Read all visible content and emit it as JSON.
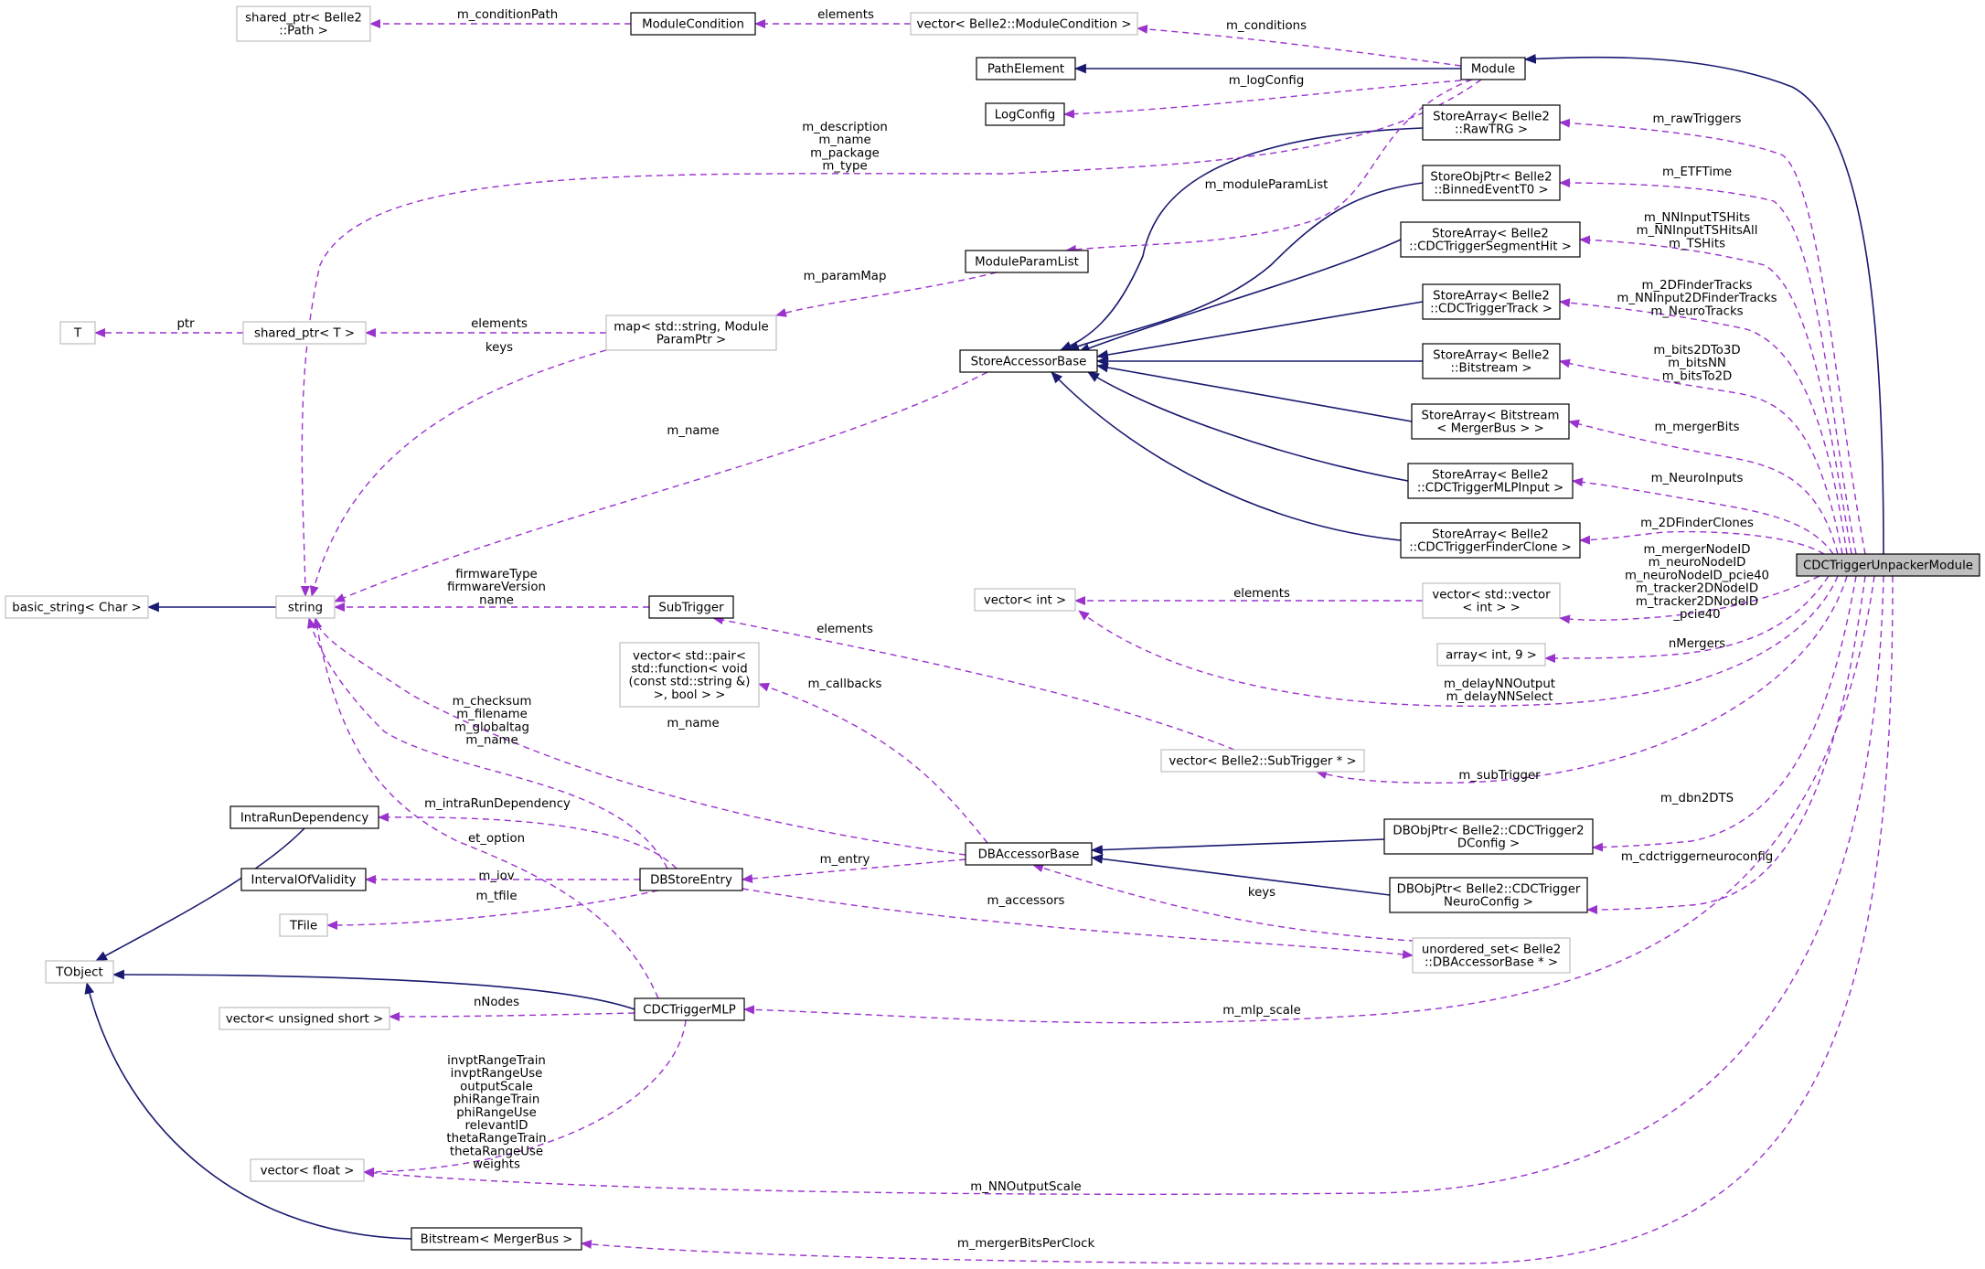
{
  "diagram": {
    "colors": {
      "usage_edge": "#9a32cd",
      "inheritance_edge": "#191970",
      "focus_fill": "#bfbfbf",
      "ghost_border": "#bfbfbf"
    },
    "nodes": {
      "sharedPathPtr": [
        "shared_ptr< Belle2",
        "::Path >"
      ],
      "moduleCondition": [
        "ModuleCondition"
      ],
      "vecModuleCondition": [
        "vector< Belle2::ModuleCondition >"
      ],
      "pathElement": [
        "PathElement"
      ],
      "module": [
        "Module"
      ],
      "logConfig": [
        "LogConfig"
      ],
      "storeArrayRawTRG": [
        "StoreArray< Belle2",
        "::RawTRG >"
      ],
      "storeObjPtrBinned": [
        "StoreObjPtr< Belle2",
        "::BinnedEventT0 >"
      ],
      "storeArraySegmentHit": [
        "StoreArray< Belle2",
        "::CDCTriggerSegmentHit >"
      ],
      "storeArrayTrack": [
        "StoreArray< Belle2",
        "::CDCTriggerTrack >"
      ],
      "storeArrayBitstream": [
        "StoreArray< Belle2",
        "::Bitstream >"
      ],
      "storeArrayMergerBus": [
        "StoreArray< Bitstream",
        "< MergerBus > >"
      ],
      "storeArrayMLPInput": [
        "StoreArray< Belle2",
        "::CDCTriggerMLPInput >"
      ],
      "storeArrayFinderClone": [
        "StoreArray< Belle2",
        "::CDCTriggerFinderClone >"
      ],
      "moduleParamList": [
        "ModuleParamList"
      ],
      "storeAccessorBase": [
        "StoreAccessorBase"
      ],
      "T": [
        "T"
      ],
      "sharedPtrT": [
        "shared_ptr< T >"
      ],
      "mapModuleParam": [
        "map< std::string, Module",
        "ParamPtr >"
      ],
      "basicString": [
        "basic_string< Char >"
      ],
      "string": [
        "string"
      ],
      "subTrigger": [
        "SubTrigger"
      ],
      "vecInt": [
        "vector< int >"
      ],
      "vecVecInt": [
        "vector< std::vector",
        "< int > >"
      ],
      "arrayInt9": [
        "array< int, 9 >"
      ],
      "vecPairFunc": [
        "vector< std::pair<",
        "std::function< void",
        "(const std::string &)",
        ">, bool > >"
      ],
      "vecSubTriggerPtr": [
        "vector< Belle2::SubTrigger * >"
      ],
      "intraRunDependency": [
        "IntraRunDependency"
      ],
      "intervalOfValidity": [
        "IntervalOfValidity"
      ],
      "dbStoreEntry": [
        "DBStoreEntry"
      ],
      "dbAccessorBase": [
        "DBAccessorBase"
      ],
      "tFile": [
        "TFile"
      ],
      "dbObjPtr2D": [
        "DBObjPtr< Belle2::CDCTrigger2",
        "DConfig >"
      ],
      "dbObjPtrNeuro": [
        "DBObjPtr< Belle2::CDCTrigger",
        "NeuroConfig >"
      ],
      "unorderedSet": [
        "unordered_set< Belle2",
        "::DBAccessorBase * >"
      ],
      "tObject": [
        "TObject"
      ],
      "cdcTriggerMLP": [
        "CDCTriggerMLP"
      ],
      "vecUShort": [
        "vector< unsigned short >"
      ],
      "vecFloat": [
        "vector< float >"
      ],
      "bitstreamMergerBus": [
        "Bitstream< MergerBus >"
      ],
      "focus": [
        "CDCTriggerUnpackerModule"
      ]
    },
    "labels": {
      "m_conditionPath": [
        "m_conditionPath"
      ],
      "elements_cond": [
        "elements"
      ],
      "m_conditions": [
        "m_conditions"
      ],
      "m_logConfig": [
        "m_logConfig"
      ],
      "module_strings": [
        "m_description",
        "m_name",
        "m_package",
        "m_type"
      ],
      "m_moduleParamList": [
        "m_moduleParamList"
      ],
      "m_paramMap": [
        "m_paramMap"
      ],
      "ptr": [
        "ptr"
      ],
      "elements_map": [
        "elements"
      ],
      "keys_map": [
        "keys"
      ],
      "m_name_store": [
        "m_name"
      ],
      "m_rawTriggers": [
        "m_rawTriggers"
      ],
      "m_ETFTime": [
        "m_ETFTime"
      ],
      "ts_hits": [
        "m_NNInputTSHits",
        "m_NNInputTSHitsAll",
        "m_TSHits"
      ],
      "tracks": [
        "m_2DFinderTracks",
        "m_NNInput2DFinderTracks",
        "m_NeuroTracks"
      ],
      "bits": [
        "m_bits2DTo3D",
        "m_bitsNN",
        "m_bitsTo2D"
      ],
      "m_mergerBits": [
        "m_mergerBits"
      ],
      "m_NeuroInputs": [
        "m_NeuroInputs"
      ],
      "m_2DFinderClones": [
        "m_2DFinderClones"
      ],
      "node_ids": [
        "m_mergerNodeID",
        "m_neuroNodeID",
        "m_neuroNodeID_pcie40",
        "m_tracker2DNodeID",
        "m_tracker2DNodeID",
        "_pcie40"
      ],
      "nMergers": [
        "nMergers"
      ],
      "delay": [
        "m_delayNNOutput",
        "m_delayNNSelect"
      ],
      "elements_vec": [
        "elements"
      ],
      "firmware": [
        "firmwareType",
        "firmwareVersion",
        "name"
      ],
      "elements_sub": [
        "elements"
      ],
      "m_callbacks": [
        "m_callbacks"
      ],
      "m_name_db": [
        "m_name"
      ],
      "entry_strings": [
        "m_checksum",
        "m_filename",
        "m_globaltag",
        "m_name"
      ],
      "m_intraRunDependency": [
        "m_intraRunDependency"
      ],
      "et_option": [
        "et_option"
      ],
      "m_iov": [
        "m_iov"
      ],
      "m_tfile": [
        "m_tfile"
      ],
      "m_entry": [
        "m_entry"
      ],
      "m_accessors": [
        "m_accessors"
      ],
      "keys_set": [
        "keys"
      ],
      "m_subTrigger": [
        "m_subTrigger"
      ],
      "m_dbn2DTS": [
        "m_dbn2DTS"
      ],
      "m_cdctriggerneuroconfig": [
        "m_cdctriggerneuroconfig"
      ],
      "nNodes": [
        "nNodes"
      ],
      "mlp_vectors": [
        "invptRangeTrain",
        "invptRangeUse",
        "outputScale",
        "phiRangeTrain",
        "phiRangeUse",
        "relevantID",
        "thetaRangeTrain",
        "thetaRangeUse",
        "weights"
      ],
      "m_mlp_scale": [
        "m_mlp_scale"
      ],
      "m_NNOutputScale": [
        "m_NNOutputScale"
      ],
      "m_mergerBitsPerClock": [
        "m_mergerBitsPerClock"
      ]
    }
  }
}
